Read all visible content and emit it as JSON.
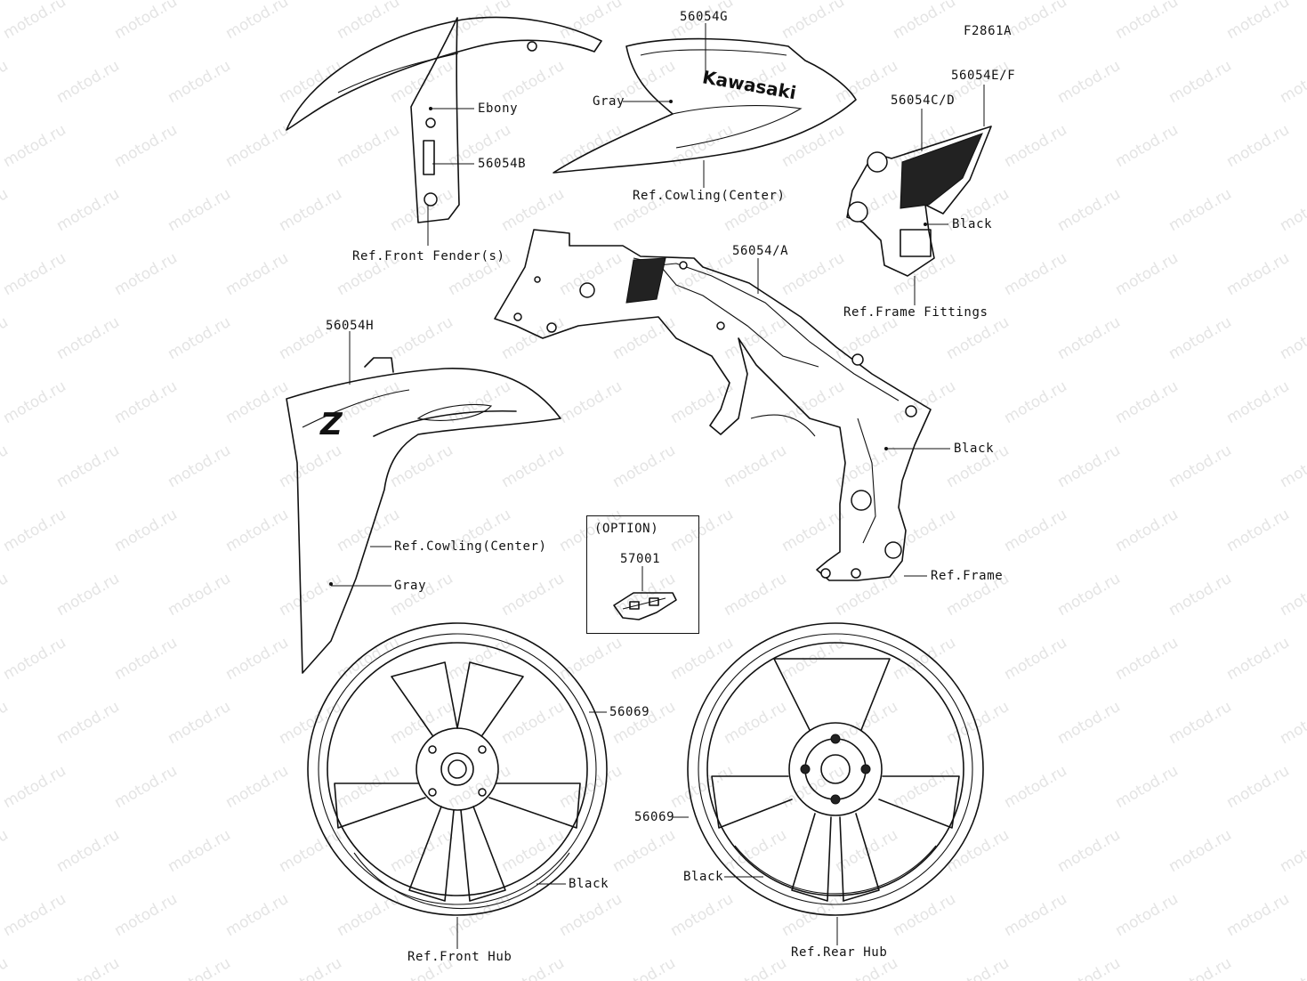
{
  "figure_code": "F2861A",
  "labels": {
    "front_fender_ebony": "Ebony",
    "front_fender_decal": "56054B",
    "ref_front_fender": "Ref.Front Fender(s)",
    "side_cowl_decal": "56054G",
    "side_cowl_gray": "Gray",
    "ref_cowling_center_top": "Ref.Cowling(Center)",
    "frame_decal_ef": "56054E/F",
    "frame_decal_cd": "56054C/D",
    "fitting_black": "Black",
    "ref_frame_fittings": "Ref.Frame Fittings",
    "frame_decal": "56054/A",
    "frame_black": "Black",
    "ref_frame": "Ref.Frame",
    "front_cowl_decal": "56054H",
    "ref_cowling_center_left": "Ref.Cowling(Center)",
    "front_cowl_gray": "Gray",
    "option_title": "(OPTION)",
    "option_part": "57001",
    "front_wheel_decal": "56069",
    "front_wheel_black": "Black",
    "ref_front_hub": "Ref.Front Hub",
    "rear_wheel_decal": "56069",
    "rear_wheel_black": "Black",
    "ref_rear_hub": "Ref.Rear Hub"
  },
  "artwork_text": {
    "cowl_logo": "Kawasaki",
    "front_cowl_logo": "Z",
    "watermark": "motod.ru"
  }
}
